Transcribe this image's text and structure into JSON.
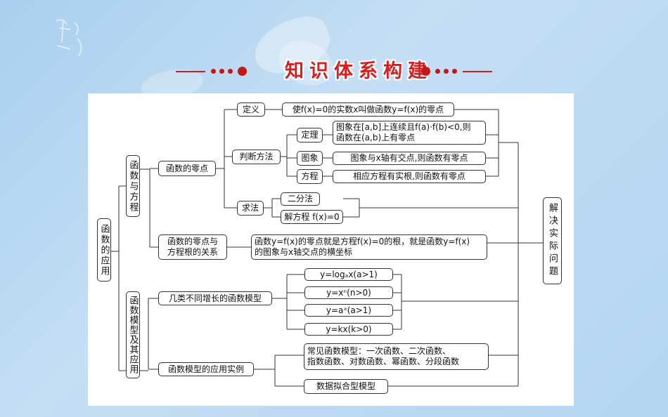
{
  "header": {
    "title": "知识体系构建"
  },
  "colors": {
    "accent_red": "#d42020",
    "background": "#b5d5f0",
    "panel": "#ffffff"
  },
  "diagram": {
    "root": "函数的应用",
    "branch_equation": "函数与方程",
    "branch_model": "函数模型及其应用",
    "zero_point": "函数的零点",
    "definition_label": "定义",
    "definition_text": "使f(x)=0的实数x叫做函数y=f(x)的零点",
    "judge_method": "判断方法",
    "theorem_label": "定理",
    "theorem_text": "图象在[a,b]上连续且f(a)·f(b)<0,则\n函数在(a,b)上有零点",
    "graph_label": "图象",
    "graph_text": "图象与x轴有交点,则函数有零点",
    "equation_label": "方程",
    "equation_text": "相应方程有实根,则函数有零点",
    "solve_method": "求法",
    "bisection": "二分法",
    "solve_equation": "解方程 f(x)=0",
    "relation_label": "函数的零点与\n方程根的关系",
    "relation_text": "函数y=f(x)的零点就是方程f(x)=0的根，就是函数y=f(x)\n的图象与x轴交点的横坐标",
    "growth_models": "几类不同增长的函数模型",
    "model_log": "y=logₐx(a>1)",
    "model_power": "y=xⁿ(n>0)",
    "model_exp": "y=aˣ(a>1)",
    "model_linear": "y=kx(k>0)",
    "application_instances": "函数模型的应用实例",
    "common_models": "常见函数模型：一次函数、二次函数、\n指数函数、对数函数、幂函数、分段函数",
    "data_fitting": "数据拟合型模型",
    "solve_problem": "解决实际问题"
  }
}
